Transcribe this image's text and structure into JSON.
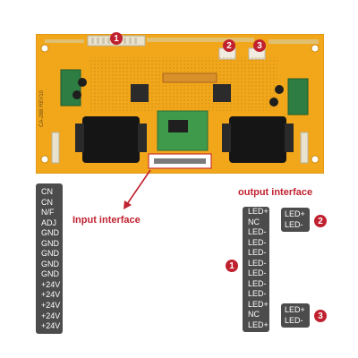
{
  "board": {
    "silkscreen": "CA-288 REV10",
    "markers": [
      "1",
      "2",
      "3"
    ]
  },
  "input": {
    "title": "Input interface",
    "pins": [
      "CN",
      "CN",
      "N/F",
      "ADJ",
      "GND",
      "GND",
      "GND",
      "GND",
      "GND",
      "+24V",
      "+24V",
      "+24V",
      "+24V",
      "+24V"
    ]
  },
  "output": {
    "title": "output interface",
    "connector1": {
      "marker": "1",
      "pins": [
        "LED+",
        "NC",
        "LED-",
        "LED-",
        "LED-",
        "LED-",
        "LED-",
        "LED-",
        "LED-",
        "LED+",
        "NC",
        "LED+"
      ]
    },
    "connector2": {
      "marker": "2",
      "pins": [
        "LED+",
        "LED-"
      ]
    },
    "connector3": {
      "marker": "3",
      "pins": [
        "LED+",
        "LED-"
      ]
    }
  },
  "colors": {
    "board": "#f2a71b",
    "panel": "#4c4c4c",
    "accent": "#c0212f"
  }
}
